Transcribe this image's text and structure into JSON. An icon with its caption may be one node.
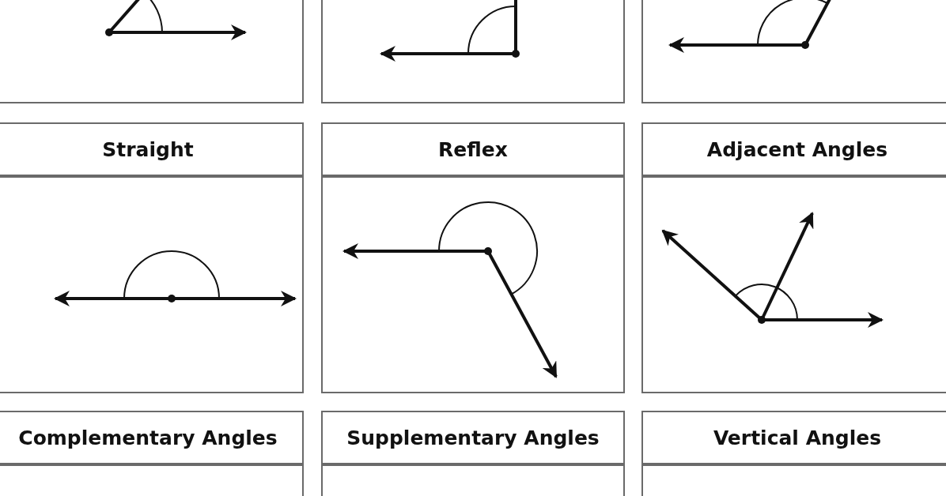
{
  "diagram": {
    "nodes": [
      {
        "text": [],
        "shape": "box"
      },
      {
        "text": [],
        "shape": "box"
      },
      {
        "text": [],
        "shape": "box"
      },
      {
        "text": [
          "Straight"
        ]
      },
      {
        "text": [
          "Reflex"
        ]
      },
      {
        "text": [
          "Adjacent Angles"
        ]
      },
      {
        "text": [],
        "shape": "box"
      },
      {
        "text": [],
        "shape": "box"
      },
      {
        "text": [],
        "shape": "box"
      },
      {
        "text": [
          "Complementary Angles"
        ]
      },
      {
        "text": [
          "Supplementary Angles"
        ]
      },
      {
        "text": [
          "Vertical Angles"
        ]
      },
      {
        "text": [],
        "shape": "box"
      },
      {
        "text": [],
        "shape": "box"
      },
      {
        "text": [],
        "shape": "box"
      }
    ]
  }
}
